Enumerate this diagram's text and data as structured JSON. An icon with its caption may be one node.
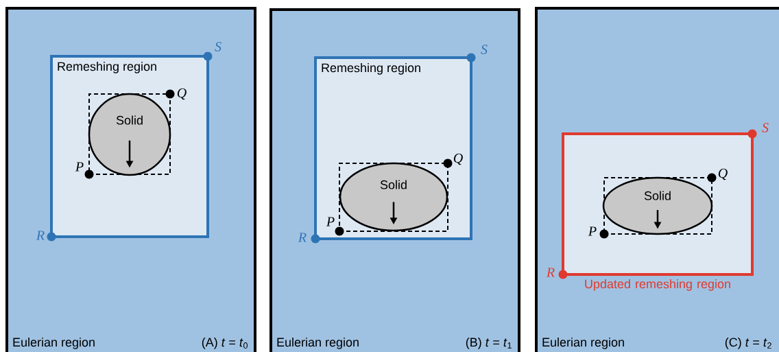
{
  "diagram": {
    "nodes": [
      {
        "text": [
          "Eulerian region",
          "(A) *t* = *t*$_{0}$"
        ]
      },
      {
        "text": [
          "Remeshing region"
        ],
        "in": 0
      },
      {
        "text": [],
        "shape": "box",
        "in": 1
      },
      {
        "text": [
          "Solid"
        ],
        "in": 2
      },
      {
        "text": [
          "Eulerian region",
          "(B) *t* = *t*$_{1}$"
        ]
      },
      {
        "text": [
          "Remeshing region"
        ],
        "in": 4
      },
      {
        "text": [],
        "shape": "box",
        "in": 5
      },
      {
        "text": [
          "Solid"
        ],
        "in": 6
      },
      {
        "text": [
          "Eulerian region",
          "(C) *t* = *t*$_{2}$"
        ]
      },
      {
        "text": [
          "Updated remeshing region"
        ],
        "in": 8
      },
      {
        "text": [],
        "shape": "box",
        "in": 9
      },
      {
        "text": [
          "Solid"
        ],
        "in": 10
      }
    ],
    "labels": [
      "S",
      "Q",
      "P",
      "R",
      "S",
      "Q",
      "P",
      "R",
      "S",
      "Q",
      "P",
      "R"
    ]
  }
}
